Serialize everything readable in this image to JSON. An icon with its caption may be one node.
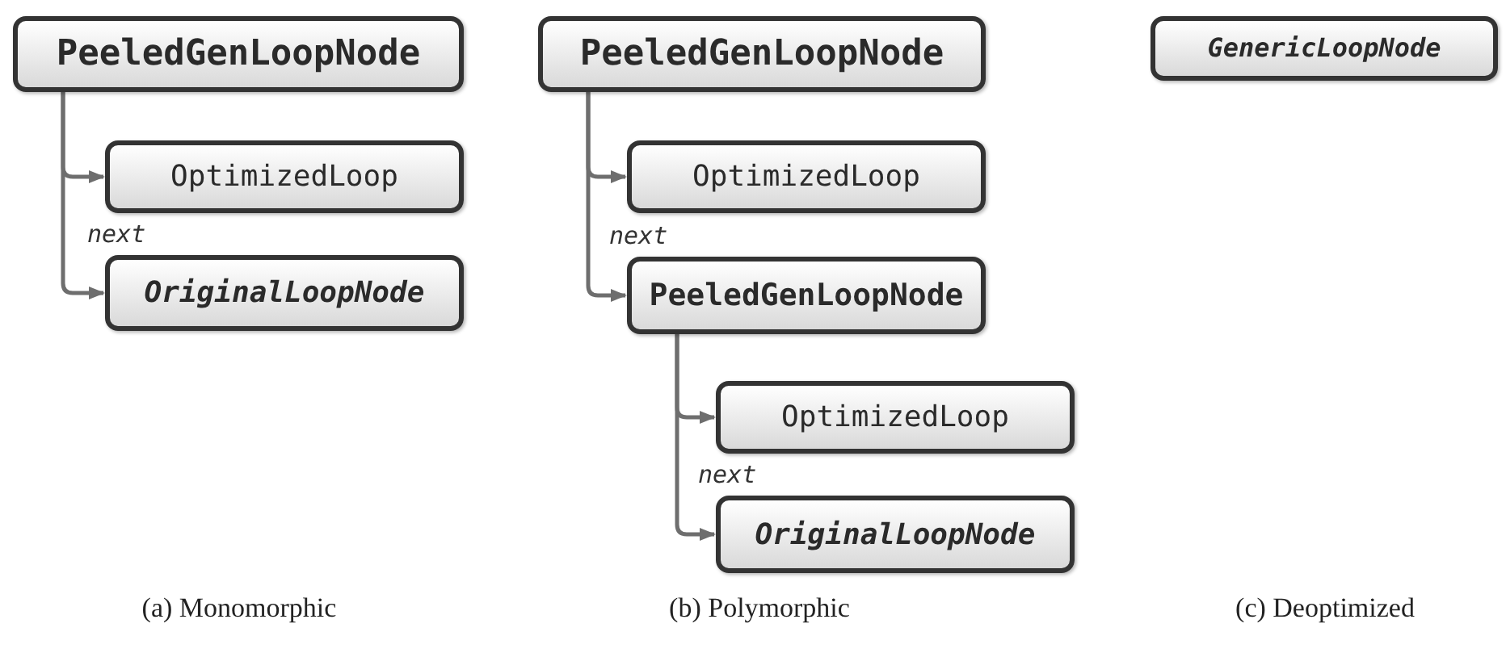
{
  "diagram": {
    "nodes": [
      {
        "text": [
          "PeeledGenLoopNode"
        ]
      },
      {
        "text": [
          "OptimizedLoop"
        ]
      },
      {
        "text": [
          "OriginalLoopNode"
        ]
      },
      {
        "text": [
          "PeeledGenLoopNode"
        ]
      },
      {
        "text": [
          "OptimizedLoop"
        ]
      },
      {
        "text": [
          "PeeledGenLoopNode"
        ]
      },
      {
        "text": [
          "OptimizedLoop"
        ]
      },
      {
        "text": [
          "OriginalLoopNode"
        ]
      },
      {
        "text": [
          "GenericLoopNode"
        ]
      }
    ],
    "edges": [
      {
        "from": 0,
        "to": 1,
        "arrow": "to"
      },
      {
        "from": 0,
        "to": 2,
        "arrow": "to",
        "label": "next"
      },
      {
        "from": 3,
        "to": 4,
        "arrow": "to"
      },
      {
        "from": 3,
        "to": 5,
        "arrow": "to",
        "label": "next"
      },
      {
        "from": 5,
        "to": 6,
        "arrow": "to"
      },
      {
        "from": 5,
        "to": 7,
        "arrow": "to",
        "label": "next"
      }
    ],
    "labels": [
      "(a) Monomorphic",
      "(b) Polymorphic",
      "(c) Deoptimized"
    ]
  }
}
